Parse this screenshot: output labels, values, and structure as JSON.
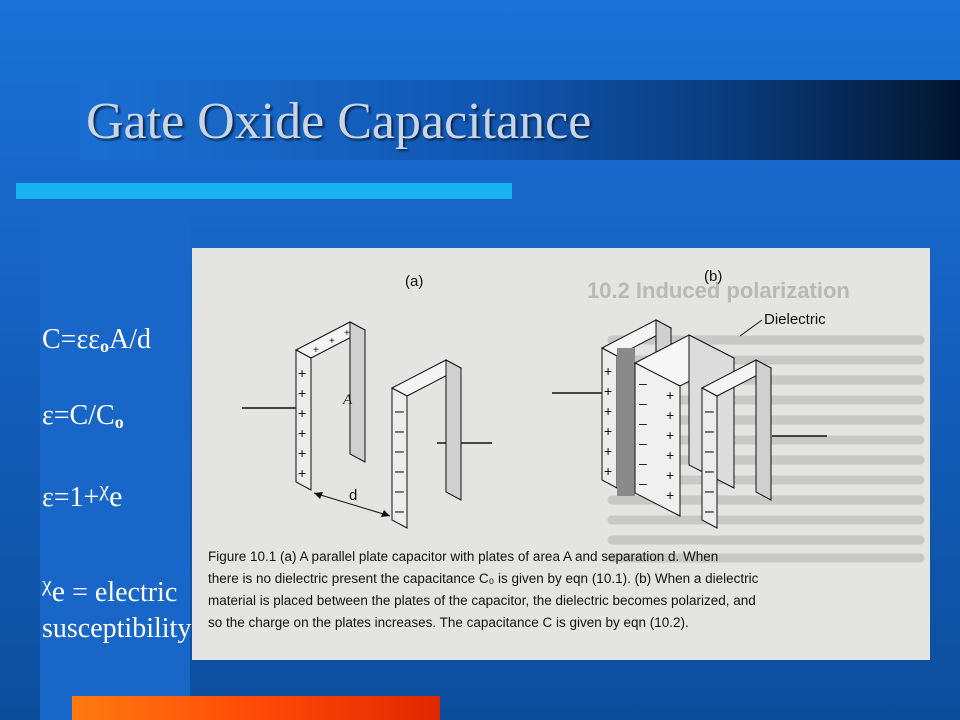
{
  "slide": {
    "title": "Gate Oxide Capacitance"
  },
  "equations": {
    "eq1": {
      "lhs": "C=",
      "eps": "εε",
      "sub": "o",
      "rhs": "A/d"
    },
    "eq2": {
      "lhs": "ε=C/C",
      "sub": "o"
    },
    "eq3": {
      "lhs": "ε=1+",
      "chi": "χ",
      "e": "e"
    },
    "eq4": {
      "chi": "χ",
      "e": "e",
      "rest": " = electric susceptibility"
    }
  },
  "figure": {
    "label_a": "(a)",
    "label_b": "(b)",
    "dielectric_label": "Dielectric",
    "area_label": "A",
    "separation_label": "d",
    "background_heading": "10.2 Induced polarization",
    "caption_lines": [
      "Figure 10.1  (a) A parallel plate capacitor with plates of area A and separation d. When",
      "there is no dielectric present the capacitance C₀ is given by eqn (10.1). (b) When a dielectric",
      "material is placed between the plates of the capacitor, the dielectric becomes polarized, and",
      "so the charge on the plates increases. The capacitance C is given by eqn (10.2)."
    ]
  }
}
